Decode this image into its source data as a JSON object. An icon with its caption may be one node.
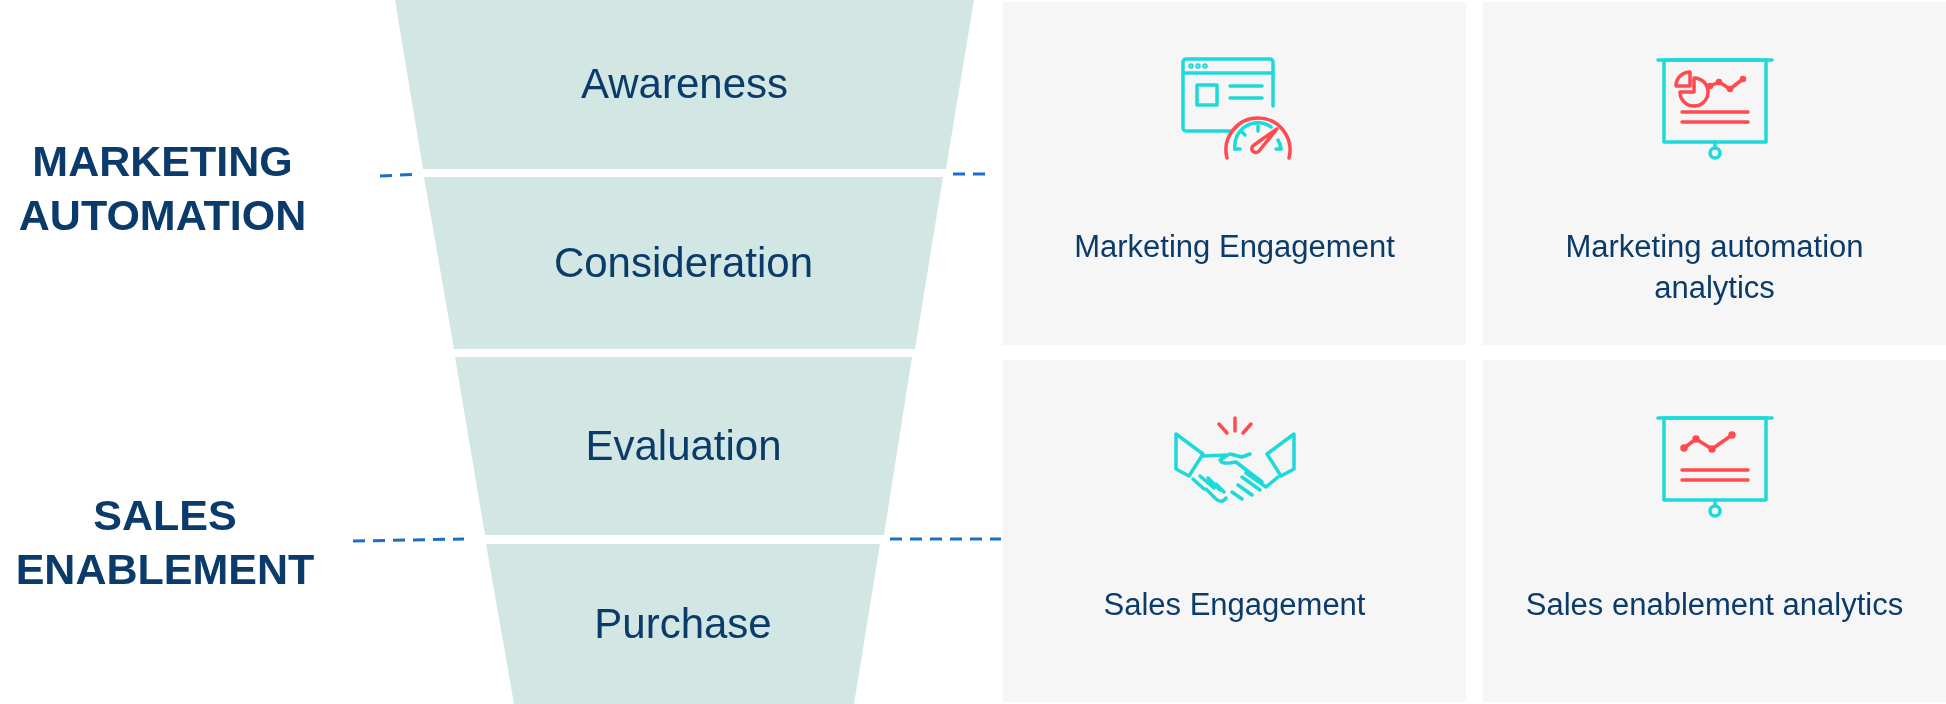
{
  "diagram": {
    "nodes": [
      {
        "text": [
          "Awareness"
        ]
      },
      {
        "text": [
          "Consideration"
        ]
      },
      {
        "text": [
          "Evaluation"
        ]
      },
      {
        "text": [
          "Purchase"
        ]
      },
      {
        "text": [
          "Marketing Engagement"
        ]
      },
      {
        "text": [
          "Marketing automation analytics"
        ]
      },
      {
        "text": [
          "Sales Engagement"
        ]
      },
      {
        "text": [
          "Sales enablement analytics"
        ]
      }
    ],
    "labels": [
      "MARKETING AUTOMATION",
      "SALES ENABLEMENT"
    ]
  }
}
